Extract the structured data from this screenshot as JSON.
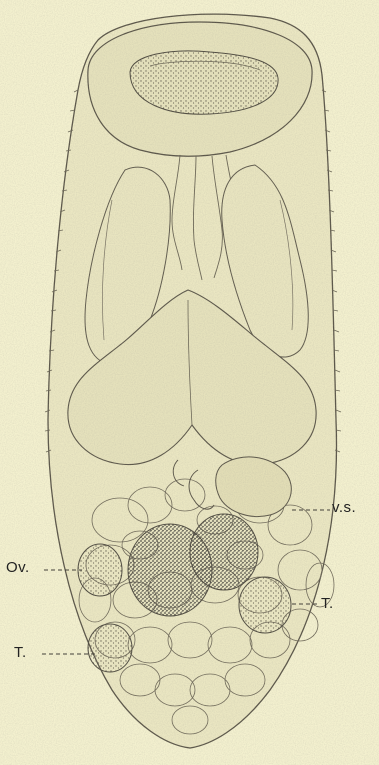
{
  "labels": {
    "vs": "v.s.",
    "ov": "Ov.",
    "t_right": "T.",
    "t_left": "T."
  },
  "colors": {
    "background": "#f4f1cf",
    "body_fill": "#ebe7c2",
    "line": "#555048",
    "stipple": "#6f6a58",
    "dark_mass": "#5b5a50"
  }
}
